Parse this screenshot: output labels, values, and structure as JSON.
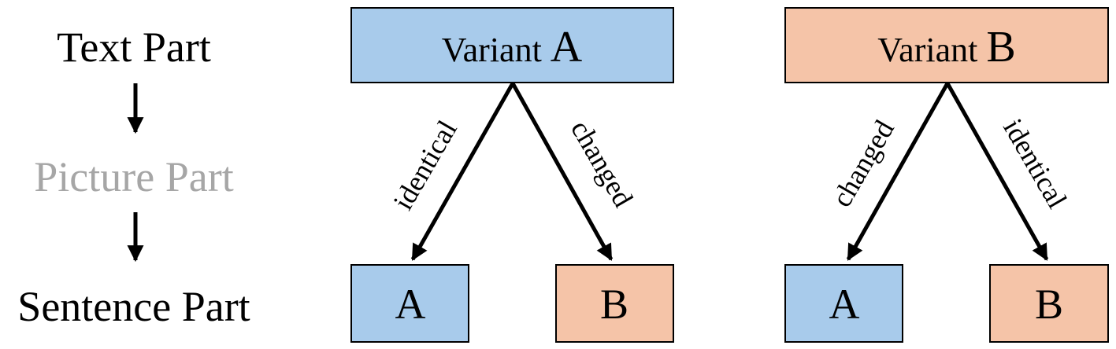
{
  "steps": {
    "text_part": "Text Part",
    "picture_part": "Picture Part",
    "sentence_part": "Sentence Part"
  },
  "variant_a": {
    "label_prefix": "Variant ",
    "label_letter": "A",
    "left_edge_label": "identical",
    "right_edge_label": "changed",
    "left_child": "A",
    "right_child": "B"
  },
  "variant_b": {
    "label_prefix": "Variant ",
    "label_letter": "B",
    "left_edge_label": "changed",
    "right_edge_label": "identical",
    "left_child": "A",
    "right_child": "B"
  },
  "colors": {
    "blue_fill": "#a8cbeb",
    "salmon_fill": "#f5c4a8",
    "dimmed_text": "#a6a6a6",
    "ink": "#000000"
  }
}
